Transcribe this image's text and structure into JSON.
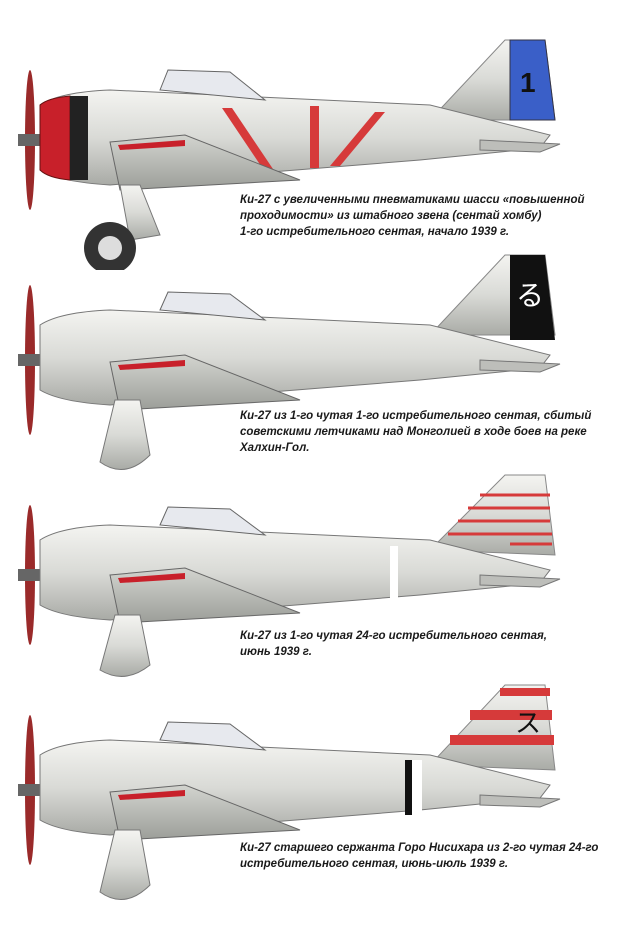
{
  "profiles": [
    {
      "id": "p1",
      "caption": [
        "Ки-27 с увеличенными пневматиками шасси «повышенной",
        "проходимости» из штабного звена (сентай хомбу)",
        "1-го истребительного сентая, начало 1939 г."
      ],
      "tail_marking": "1",
      "colors": {
        "cowling": "#c8202a",
        "tail": "#3a5fc8",
        "stripes": "#d63a3a"
      }
    },
    {
      "id": "p2",
      "caption": [
        "Ки-27 из 1-го чутая 1-го истребительного сентая, сбитый",
        "советскими летчиками над Монголией в ходе боев на реке",
        "Халхин-Гол."
      ],
      "tail_marking": "る",
      "colors": {
        "tail": "#111111"
      }
    },
    {
      "id": "p3",
      "caption": [
        "Ки-27 из 1-го чутая 24-го истребительного сентая,",
        "июнь 1939 г."
      ],
      "colors": {
        "tail_stripes": "#d63a3a",
        "fuselage_band": "#ffffff"
      }
    },
    {
      "id": "p4",
      "caption": [
        "Ки-27 старшего сержанта Горо Нисихара из 2-го чутая 24-го",
        "истребительного сентая, июнь-июль 1939 г."
      ],
      "tail_marking": "ス",
      "colors": {
        "tail_stripes": "#d63a3a",
        "fuselage_band": "#111111"
      }
    }
  ]
}
